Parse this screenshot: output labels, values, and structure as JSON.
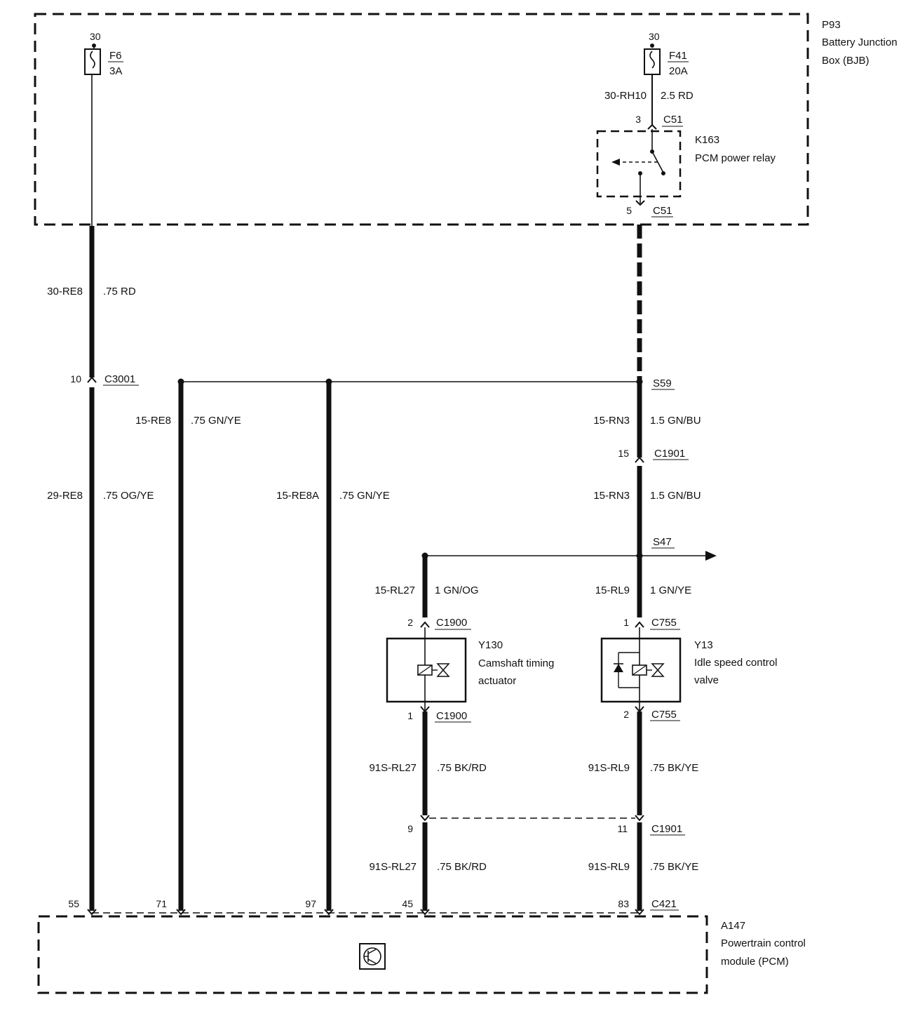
{
  "bjb": {
    "id": "P93",
    "name_line1": "Battery Junction",
    "name_line2": "Box (BJB)"
  },
  "pcm": {
    "id": "A147",
    "name_line1": "Powertrain control",
    "name_line2": "module (PCM)"
  },
  "relay": {
    "id": "K163",
    "name": "PCM power relay"
  },
  "fuses": {
    "f6": {
      "supply": "30",
      "id": "F6",
      "rating": "3A"
    },
    "f41": {
      "supply": "30",
      "id": "F41",
      "rating": "20A"
    }
  },
  "wires": {
    "w_30_rh10": {
      "circuit": "30-RH10",
      "spec": "2.5 RD"
    },
    "w_30_re8": {
      "circuit": "30-RE8",
      "spec": ".75 RD"
    },
    "w_29_re8": {
      "circuit": "29-RE8",
      "spec": ".75 OG/YE"
    },
    "w_15_re8": {
      "circuit": "15-RE8",
      "spec": ".75 GN/YE"
    },
    "w_15_re8a": {
      "circuit": "15-RE8A",
      "spec": ".75 GN/YE"
    },
    "w_15_rn3_a": {
      "circuit": "15-RN3",
      "spec": "1.5 GN/BU"
    },
    "w_15_rn3_b": {
      "circuit": "15-RN3",
      "spec": "1.5 GN/BU"
    },
    "w_15_rl27": {
      "circuit": "15-RL27",
      "spec": "1 GN/OG"
    },
    "w_15_rl9": {
      "circuit": "15-RL9",
      "spec": "1 GN/YE"
    },
    "w_91s_rl27_a": {
      "circuit": "91S-RL27",
      "spec": ".75 BK/RD"
    },
    "w_91s_rl9_a": {
      "circuit": "91S-RL9",
      "spec": ".75 BK/YE"
    },
    "w_91s_rl27_b": {
      "circuit": "91S-RL27",
      "spec": ".75 BK/RD"
    },
    "w_91s_rl9_b": {
      "circuit": "91S-RL9",
      "spec": ".75 BK/YE"
    }
  },
  "connectors": {
    "c51_top": {
      "pin": "3",
      "id": "C51"
    },
    "c51_bot": {
      "pin": "5",
      "id": "C51"
    },
    "c3001": {
      "pin": "10",
      "id": "C3001"
    },
    "c1901_15": {
      "pin": "15",
      "id": "C1901"
    },
    "c1900_2": {
      "pin": "2",
      "id": "C1900"
    },
    "c1900_1": {
      "pin": "1",
      "id": "C1900"
    },
    "c755_1": {
      "pin": "1",
      "id": "C755"
    },
    "c755_2": {
      "pin": "2",
      "id": "C755"
    },
    "c1901_9": {
      "pin": "9"
    },
    "c1901_11": {
      "pin": "11",
      "id": "C1901"
    },
    "c421": {
      "id": "C421",
      "pins": [
        "55",
        "71",
        "97",
        "45",
        "83"
      ]
    }
  },
  "splices": {
    "s59": "S59",
    "s47": "S47"
  },
  "components": {
    "y130": {
      "id": "Y130",
      "name_line1": "Camshaft timing",
      "name_line2": "actuator"
    },
    "y13": {
      "id": "Y13",
      "name_line1": "Idle speed control",
      "name_line2": "valve"
    }
  }
}
